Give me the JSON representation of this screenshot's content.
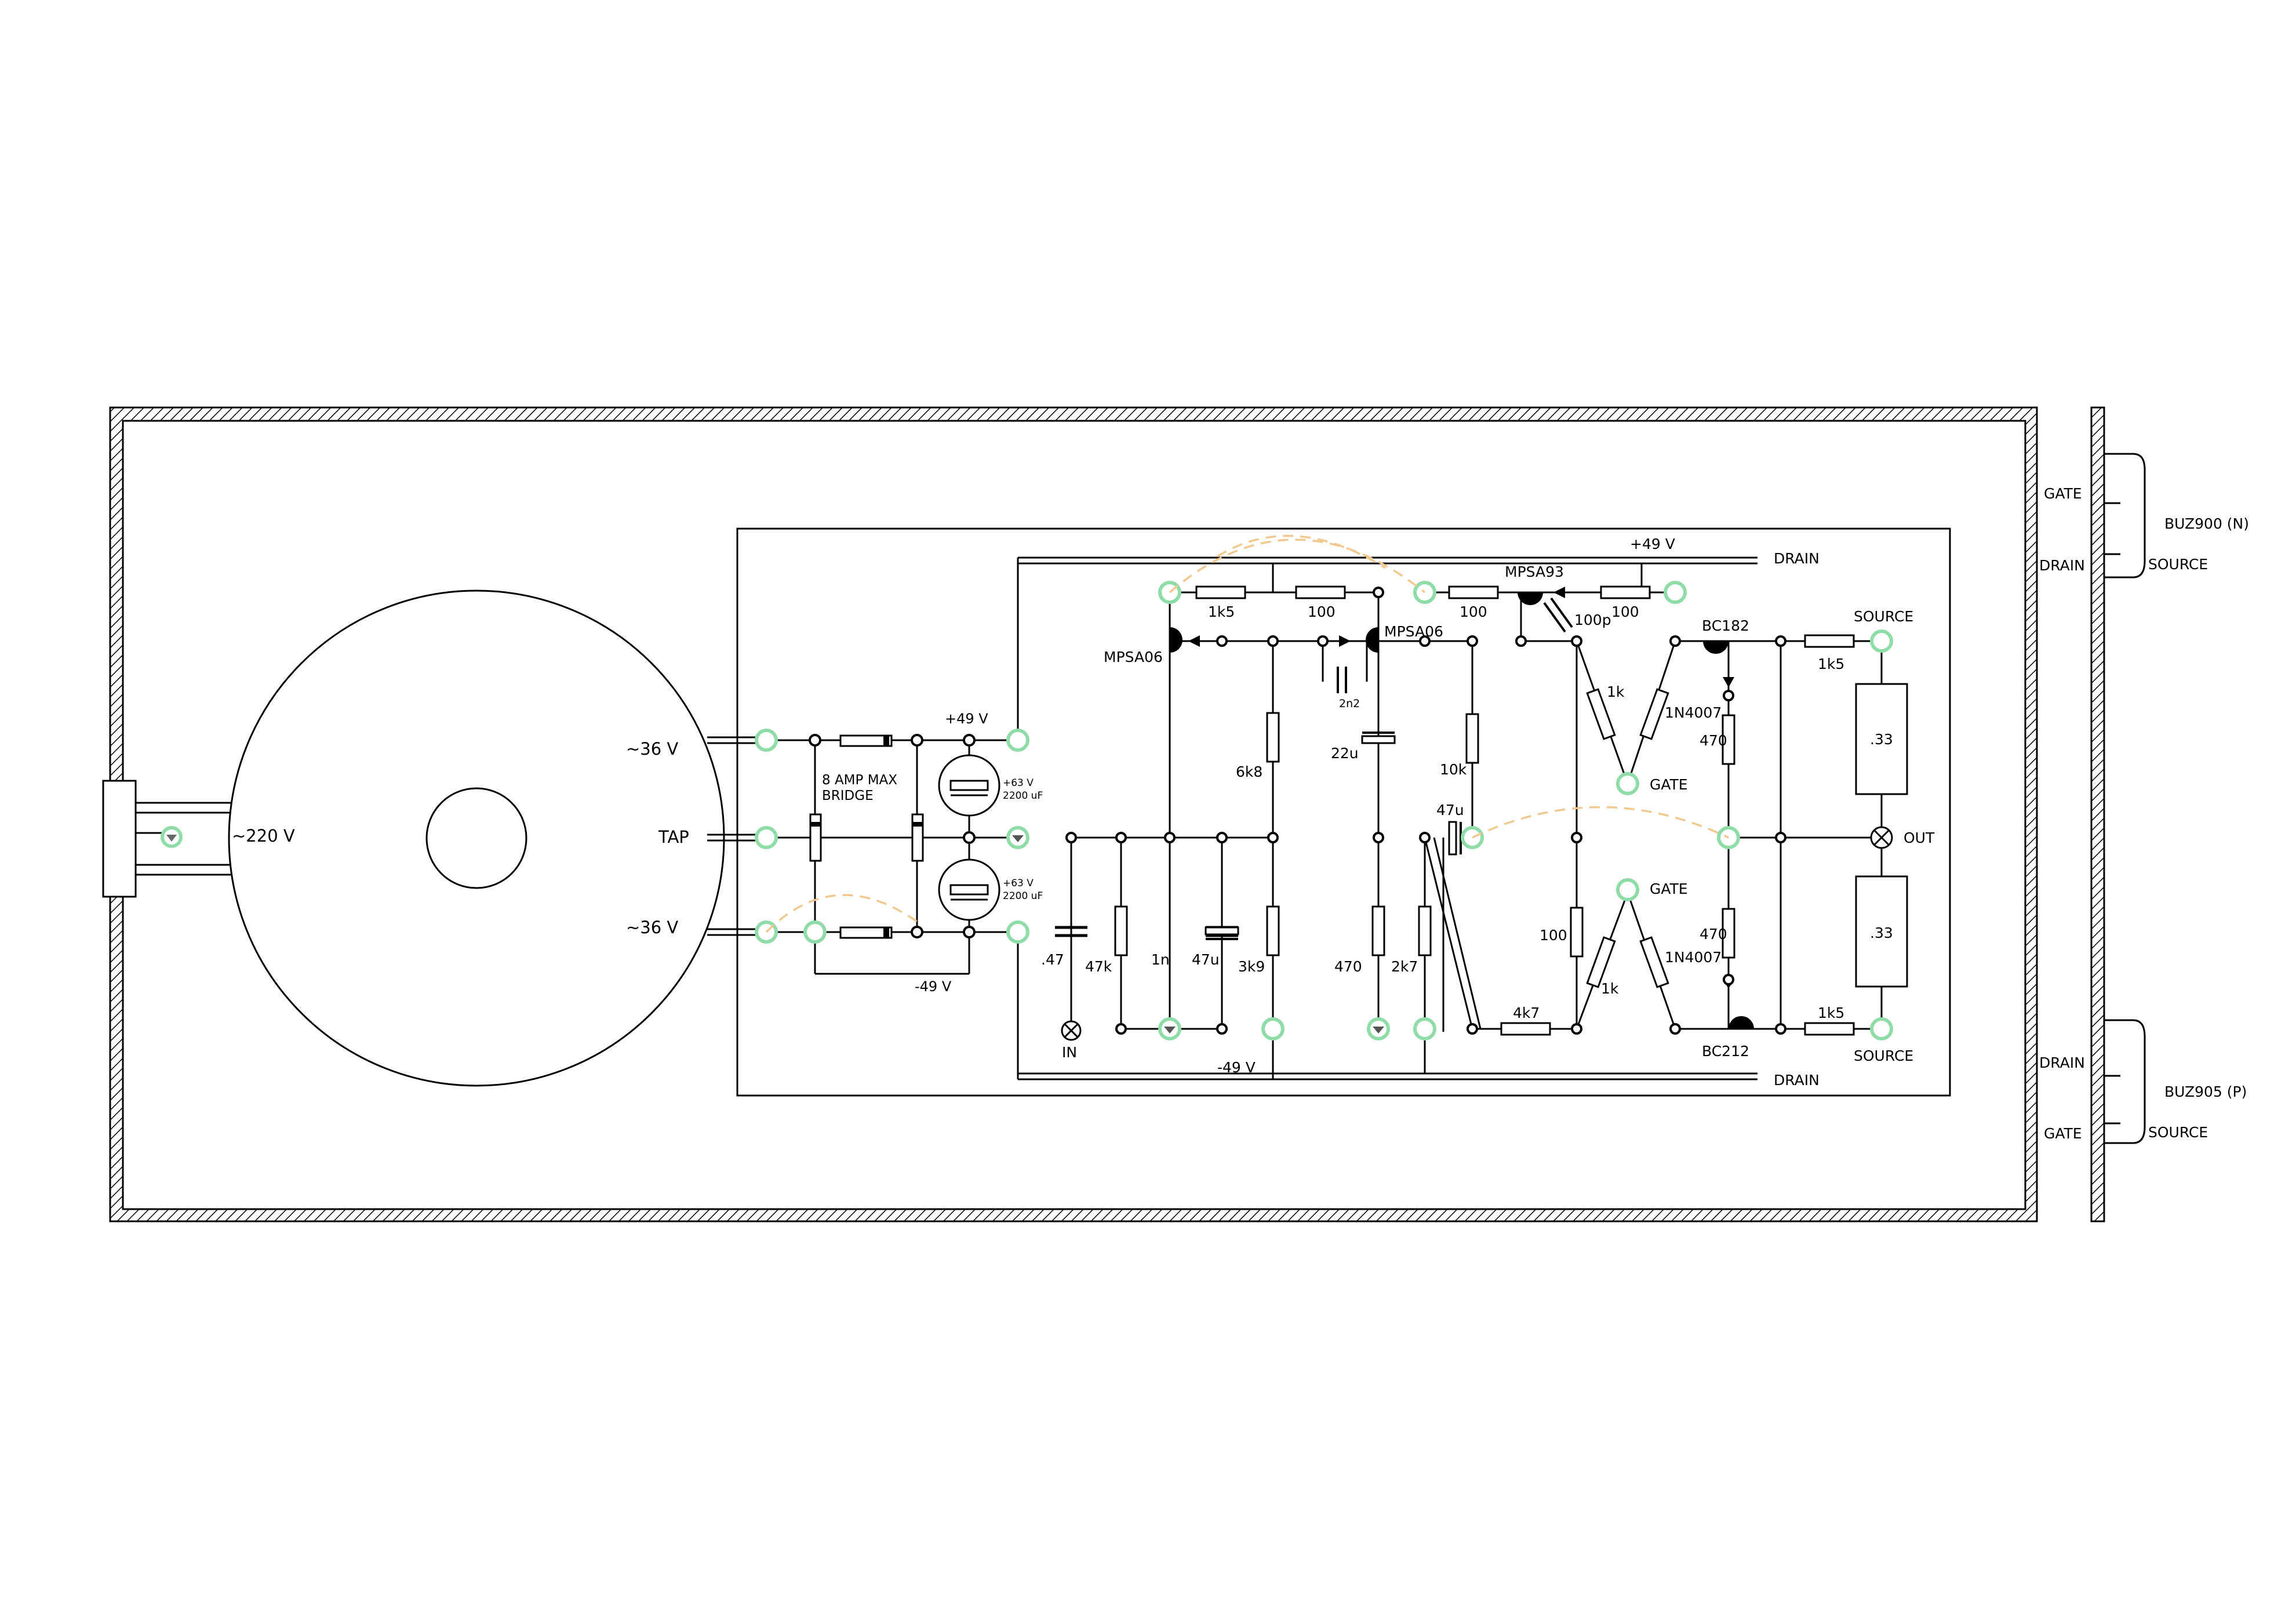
{
  "transformer": {
    "primary_label": "~220 V",
    "secondary_top": "~36  V",
    "secondary_tap": "TAP",
    "secondary_bottom": "~36  V"
  },
  "power_supply": {
    "bridge_label_1": "8  AMP MAX",
    "bridge_label_2": "BRIDGE",
    "cap_top_rating": "+63  V",
    "cap_top_value": "2200  uF",
    "cap_bottom_rating": "+63  V",
    "cap_bottom_value": "2200  uF",
    "rail_pos": "+49  V",
    "rail_neg": "-49  V"
  },
  "amplifier": {
    "rail_pos": "+49  V",
    "rail_neg": "-49  V",
    "drain_top": "DRAIN",
    "drain_bottom": "DRAIN",
    "source_top": "SOURCE",
    "source_bottom": "SOURCE",
    "gate_top": "GATE",
    "gate_bottom": "GATE",
    "in_label": "IN",
    "out_label": "OUT",
    "components": {
      "q1": "MPSA06",
      "q2": "MPSA06",
      "q3": "MPSA93",
      "q4": "BC182",
      "q5": "BC212",
      "r_1k5_top": "1k5",
      "r_100_a": "100",
      "r_100_b": "100",
      "r_100_c": "100",
      "c_100p": "100p",
      "c_2n2": "2n2",
      "c_22u": "22u",
      "r_6k8": "6k8",
      "r_10k": "10k",
      "c_47u_a": "47u",
      "r_1k_top": "1k",
      "d_1n4007_top": "1N4007",
      "r_470_top": "470",
      "r_1k5_out_top": "1k5",
      "r_033_top": ".33",
      "c_047": ".47",
      "r_47k": "47k",
      "c_1n": "1n",
      "c_47u_b": "47u",
      "r_3k9": "3k9",
      "r_470_mid": "470",
      "r_2k7": "2k7",
      "r_4k7": "4k7",
      "r_100_d": "100",
      "r_1k_bottom": "1k",
      "d_1n4007_bottom": "1N4007",
      "r_470_bottom": "470",
      "r_1k5_out_bottom": "1k5",
      "r_033_bottom": ".33"
    }
  },
  "mosfets": {
    "n_channel": {
      "name": "BUZ900  (N)",
      "pin_gate": "GATE",
      "pin_drain": "DRAIN",
      "pin_source": "SOURCE"
    },
    "p_channel": {
      "name": "BUZ905  (P)",
      "pin_drain": "DRAIN",
      "pin_gate": "GATE",
      "pin_source": "SOURCE"
    }
  }
}
